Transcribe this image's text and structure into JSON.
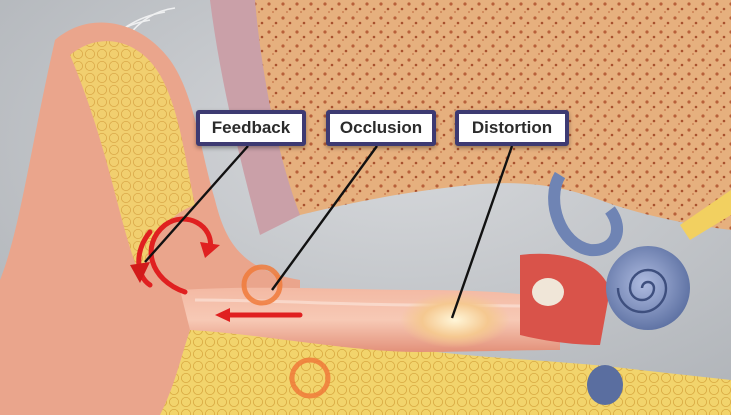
{
  "labels": {
    "feedback": "Feedback",
    "occlusion": "Occlusion",
    "distortion": "Distortion"
  },
  "colors": {
    "background": "#c9ccd0",
    "skin": "#e9a48e",
    "bone": "#e8b27a",
    "fat": "#f1d36a",
    "cochlea": "#7d90b8",
    "arrow": "#e02020",
    "label_border": "#3d3a72"
  }
}
